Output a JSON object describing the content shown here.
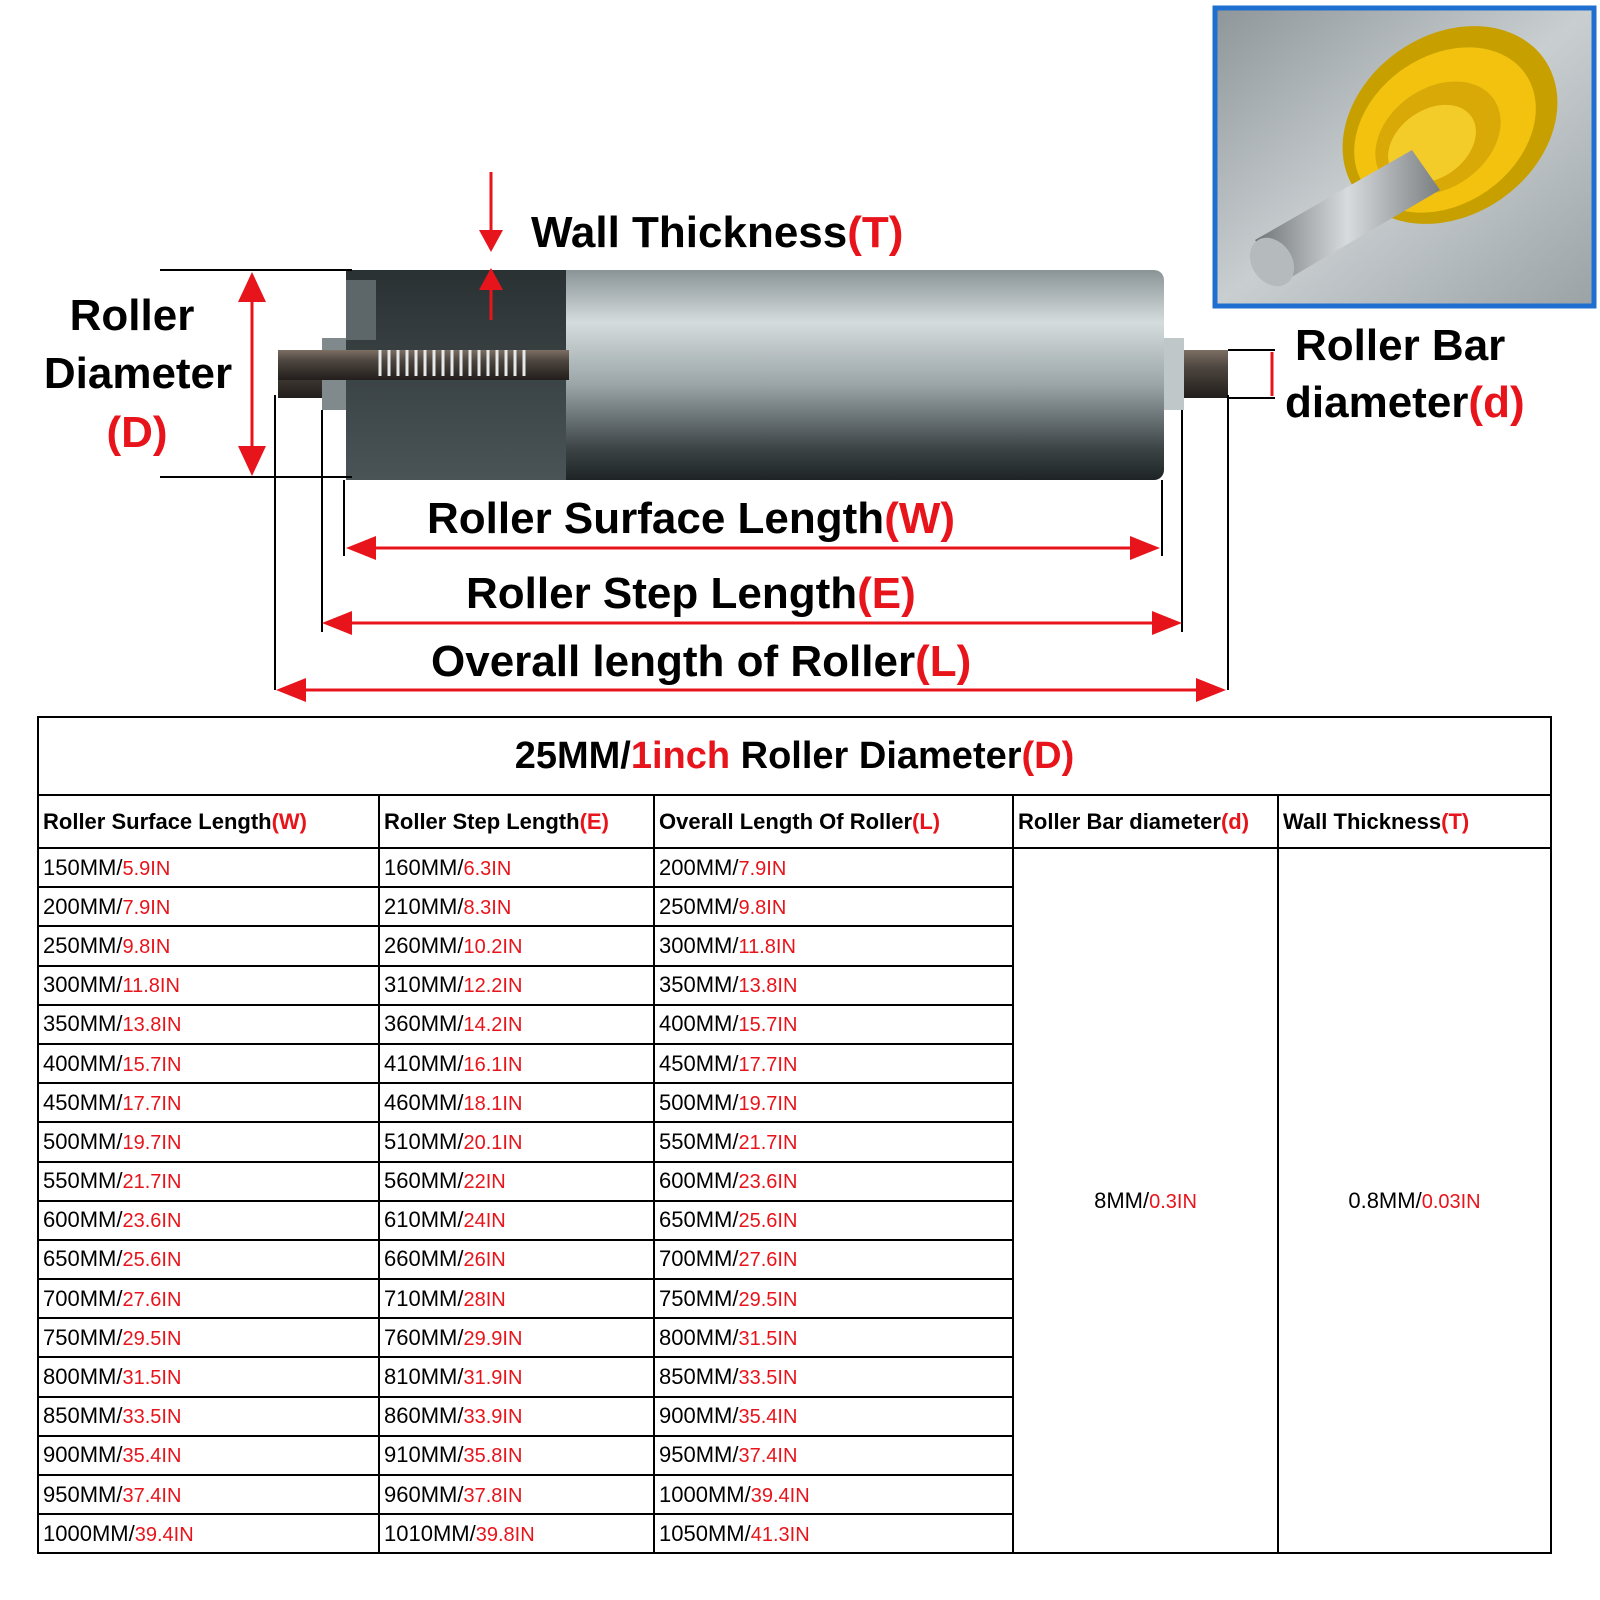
{
  "diagram": {
    "wall_thickness": {
      "label": "Wall Thickness",
      "symbol": "(T)"
    },
    "roller_diameter": {
      "line1": "Roller",
      "line2": "Diameter",
      "symbol": "(D)"
    },
    "roller_bar": {
      "line1": "Roller Bar",
      "line2": "diameter",
      "symbol": "(d)"
    },
    "surface_length": {
      "label": "Roller Surface Length",
      "symbol": "(W)"
    },
    "step_length": {
      "label": "Roller Step Length",
      "symbol": "(E)"
    },
    "overall_length": {
      "label": "Overall length of Roller",
      "symbol": "(L)"
    },
    "colors": {
      "accent": "#e8141b",
      "photo_border": "#1f6fd1",
      "bearing_yellow": "#f2c20f"
    }
  },
  "table": {
    "title": {
      "pre": "25MM/",
      "red": "1inch",
      "mid": " Roller Diameter",
      "sym": "(D)"
    },
    "headers": [
      {
        "label": "Roller Surface Length",
        "sym": "(W)"
      },
      {
        "label": "Roller Step Length",
        "sym": "(E)"
      },
      {
        "label": "Overall Length Of Roller",
        "sym": "(L)"
      },
      {
        "label": "Roller Bar diameter",
        "sym": "(d)"
      },
      {
        "label": "Wall Thickness",
        "sym": "(T)"
      }
    ],
    "bar_diameter": {
      "mm": "8MM/",
      "in": "0.3IN"
    },
    "wall_thickness": {
      "mm": "0.8MM/",
      "in": "0.03IN"
    },
    "rows": [
      [
        {
          "mm": "150MM/",
          "in": "5.9IN"
        },
        {
          "mm": "160MM/",
          "in": "6.3IN"
        },
        {
          "mm": "200MM/",
          "in": "7.9IN"
        }
      ],
      [
        {
          "mm": "200MM/",
          "in": "7.9IN"
        },
        {
          "mm": "210MM/",
          "in": "8.3IN"
        },
        {
          "mm": "250MM/",
          "in": "9.8IN"
        }
      ],
      [
        {
          "mm": "250MM/",
          "in": "9.8IN"
        },
        {
          "mm": "260MM/",
          "in": "10.2IN"
        },
        {
          "mm": "300MM/",
          "in": "11.8IN"
        }
      ],
      [
        {
          "mm": "300MM/",
          "in": "11.8IN"
        },
        {
          "mm": "310MM/",
          "in": "12.2IN"
        },
        {
          "mm": "350MM/",
          "in": "13.8IN"
        }
      ],
      [
        {
          "mm": "350MM/",
          "in": "13.8IN"
        },
        {
          "mm": "360MM/",
          "in": "14.2IN"
        },
        {
          "mm": "400MM/",
          "in": "15.7IN"
        }
      ],
      [
        {
          "mm": "400MM/",
          "in": "15.7IN"
        },
        {
          "mm": "410MM/",
          "in": "16.1IN"
        },
        {
          "mm": "450MM/",
          "in": "17.7IN"
        }
      ],
      [
        {
          "mm": "450MM/",
          "in": "17.7IN"
        },
        {
          "mm": "460MM/",
          "in": "18.1IN"
        },
        {
          "mm": "500MM/",
          "in": "19.7IN"
        }
      ],
      [
        {
          "mm": "500MM/",
          "in": "19.7IN"
        },
        {
          "mm": "510MM/",
          "in": "20.1IN"
        },
        {
          "mm": "550MM/",
          "in": "21.7IN"
        }
      ],
      [
        {
          "mm": "550MM/",
          "in": "21.7IN"
        },
        {
          "mm": "560MM/",
          "in": "22IN"
        },
        {
          "mm": "600MM/",
          "in": "23.6IN"
        }
      ],
      [
        {
          "mm": "600MM/",
          "in": "23.6IN"
        },
        {
          "mm": "610MM/",
          "in": "24IN"
        },
        {
          "mm": "650MM/",
          "in": "25.6IN"
        }
      ],
      [
        {
          "mm": "650MM/",
          "in": "25.6IN"
        },
        {
          "mm": "660MM/",
          "in": "26IN"
        },
        {
          "mm": "700MM/",
          "in": "27.6IN"
        }
      ],
      [
        {
          "mm": "700MM/",
          "in": "27.6IN"
        },
        {
          "mm": "710MM/",
          "in": "28IN"
        },
        {
          "mm": "750MM/",
          "in": "29.5IN"
        }
      ],
      [
        {
          "mm": "750MM/",
          "in": "29.5IN"
        },
        {
          "mm": "760MM/",
          "in": "29.9IN"
        },
        {
          "mm": "800MM/",
          "in": "31.5IN"
        }
      ],
      [
        {
          "mm": "800MM/",
          "in": "31.5IN"
        },
        {
          "mm": "810MM/",
          "in": "31.9IN"
        },
        {
          "mm": "850MM/",
          "in": "33.5IN"
        }
      ],
      [
        {
          "mm": "850MM/",
          "in": "33.5IN"
        },
        {
          "mm": "860MM/",
          "in": "33.9IN"
        },
        {
          "mm": "900MM/",
          "in": "35.4IN"
        }
      ],
      [
        {
          "mm": "900MM/",
          "in": "35.4IN"
        },
        {
          "mm": "910MM/",
          "in": "35.8IN"
        },
        {
          "mm": "950MM/",
          "in": "37.4IN"
        }
      ],
      [
        {
          "mm": "950MM/",
          "in": "37.4IN"
        },
        {
          "mm": "960MM/",
          "in": "37.8IN"
        },
        {
          "mm": "1000MM/",
          "in": "39.4IN"
        }
      ],
      [
        {
          "mm": "1000MM/",
          "in": "39.4IN"
        },
        {
          "mm": "1010MM/",
          "in": "39.8IN"
        },
        {
          "mm": "1050MM/",
          "in": "41.3IN"
        }
      ]
    ]
  }
}
